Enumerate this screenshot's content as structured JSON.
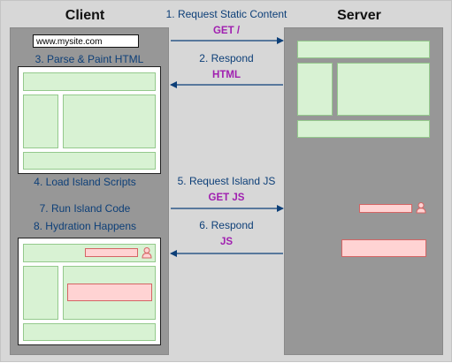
{
  "client": {
    "title": "Client",
    "url": "www.mysite.com"
  },
  "server": {
    "title": "Server"
  },
  "steps": {
    "s1": "1. Request Static Content",
    "s1_verb": "GET /",
    "s2": "2. Respond",
    "s2_verb": "HTML",
    "s3": "3. Parse & Paint HTML",
    "s4": "4. Load Island Scripts",
    "s5": "5. Request Island JS",
    "s5_verb": "GET JS",
    "s6": "6. Respond",
    "s6_verb": "JS",
    "s7": "7. Run Island Code",
    "s8": "8. Hydration Happens"
  },
  "icons": {
    "island_user": "user-icon"
  },
  "colors": {
    "label_text": "#0d3f78",
    "http_verb": "#a01fb0",
    "arrow": "#0d3f78",
    "static_block": "#d8f2d3",
    "island_block": "#ffd3d3"
  }
}
